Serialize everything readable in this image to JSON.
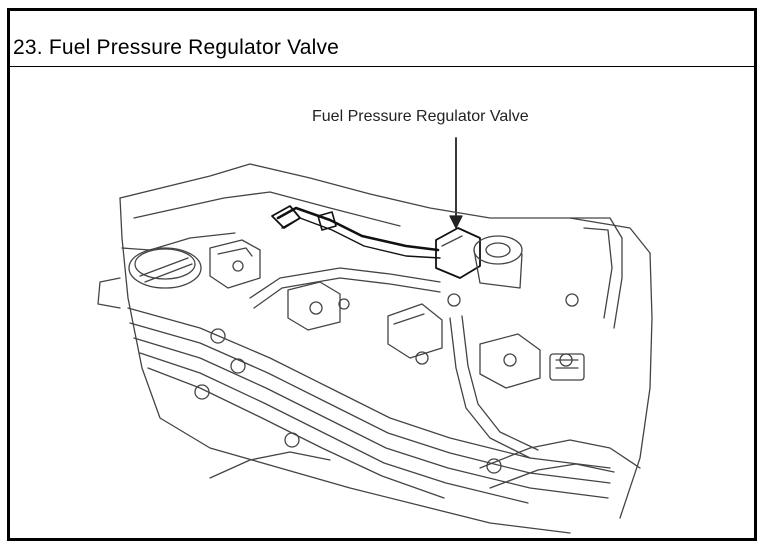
{
  "header": {
    "title": "23. Fuel Pressure Regulator Valve"
  },
  "figure": {
    "callout_label": "Fuel Pressure Regulator Valve",
    "subject": "engine-top-view-line-drawing"
  },
  "colors": {
    "border": "#000000",
    "line": "#333333",
    "background": "#ffffff"
  }
}
